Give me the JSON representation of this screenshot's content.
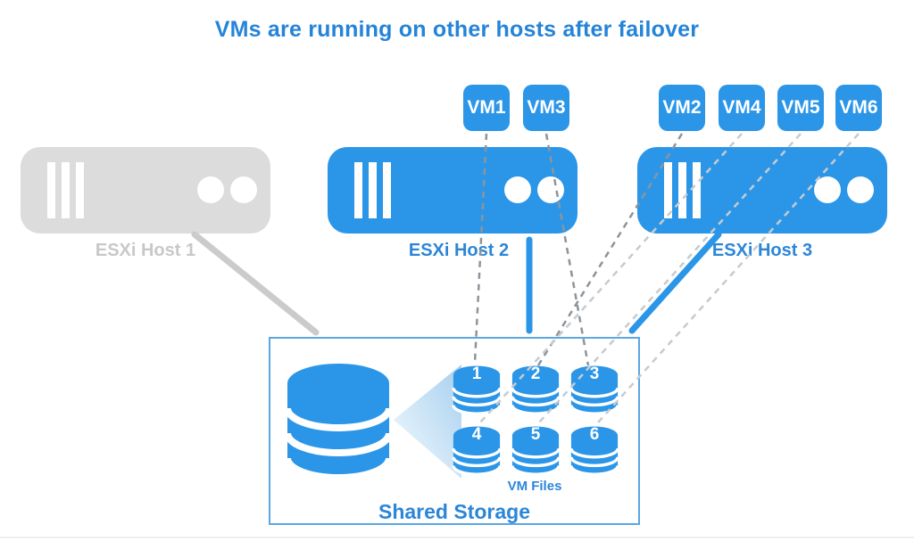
{
  "title": "VMs are running on other hosts after failover",
  "vms": [
    {
      "label": "VM1"
    },
    {
      "label": "VM3"
    },
    {
      "label": "VM2"
    },
    {
      "label": "VM4"
    },
    {
      "label": "VM5"
    },
    {
      "label": "VM6"
    }
  ],
  "hosts": [
    {
      "label": "ESXi Host 1",
      "grayed_out": true
    },
    {
      "label": "ESXi Host 2",
      "grayed_out": false
    },
    {
      "label": "ESXi Host 3",
      "grayed_out": false
    }
  ],
  "storage": {
    "label": "Shared Storage",
    "vm_files_label": "VM Files",
    "disks": [
      "1",
      "2",
      "3",
      "4",
      "5",
      "6"
    ]
  },
  "colors": {
    "primary_blue": "#2b96e8",
    "text_blue": "#2b86d8",
    "title_blue": "#2584d8",
    "failed_gray": "#dcdcdc",
    "gray_label": "#c8c8c8",
    "dark_dash": "#8e949a",
    "light_dash": "#c7cbce",
    "storage_border": "#5aa7e2"
  }
}
